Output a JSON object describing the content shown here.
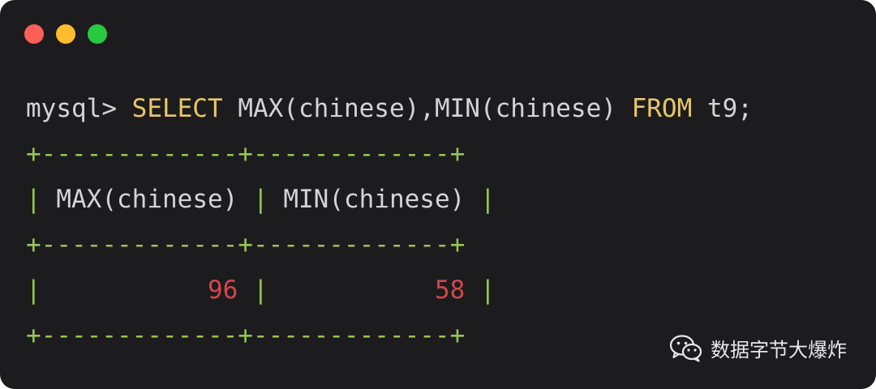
{
  "window": {
    "traffic_lights": {
      "close_color": "#fe5f57",
      "minimize_color": "#febc2e",
      "maximize_color": "#28c840"
    }
  },
  "terminal": {
    "prompt": "mysql>",
    "command": {
      "kw_select": "SELECT",
      "columns": "MAX(chinese),MIN(chinese)",
      "kw_from": "FROM",
      "table_end": "t9;"
    },
    "table": {
      "border_line": "+-------------+-------------+",
      "pipe": "|",
      "headers": [
        "MAX(chinese)",
        "MIN(chinese)"
      ],
      "rows": [
        [
          "96",
          "58"
        ]
      ]
    }
  },
  "watermark": {
    "icon": "wechat-icon",
    "text": "数据字节大爆炸"
  }
}
